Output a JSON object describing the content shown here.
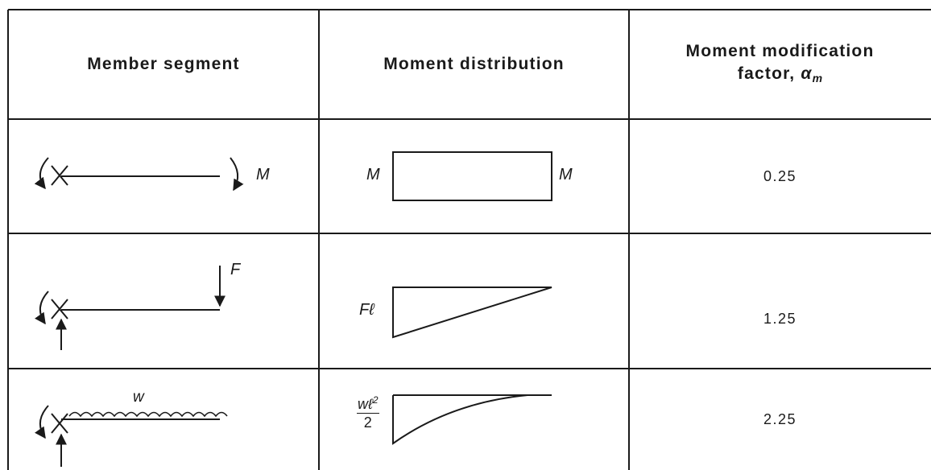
{
  "headers": {
    "segment": "Member segment",
    "distribution": "Moment distribution",
    "factor_line1": "Moment modification",
    "factor_line2": "factor, ",
    "factor_symbol": "α",
    "factor_subscript": "m"
  },
  "rows": [
    {
      "load_label": "M",
      "dist_left_label": "M",
      "dist_right_label": "M",
      "factor": "0.25"
    },
    {
      "load_label": "F",
      "dist_left_label": "Fℓ",
      "factor": "1.25"
    },
    {
      "load_label": "w",
      "dist_numerator": "wℓ",
      "dist_power": "2",
      "dist_denominator": "2",
      "factor": "2.25"
    }
  ]
}
